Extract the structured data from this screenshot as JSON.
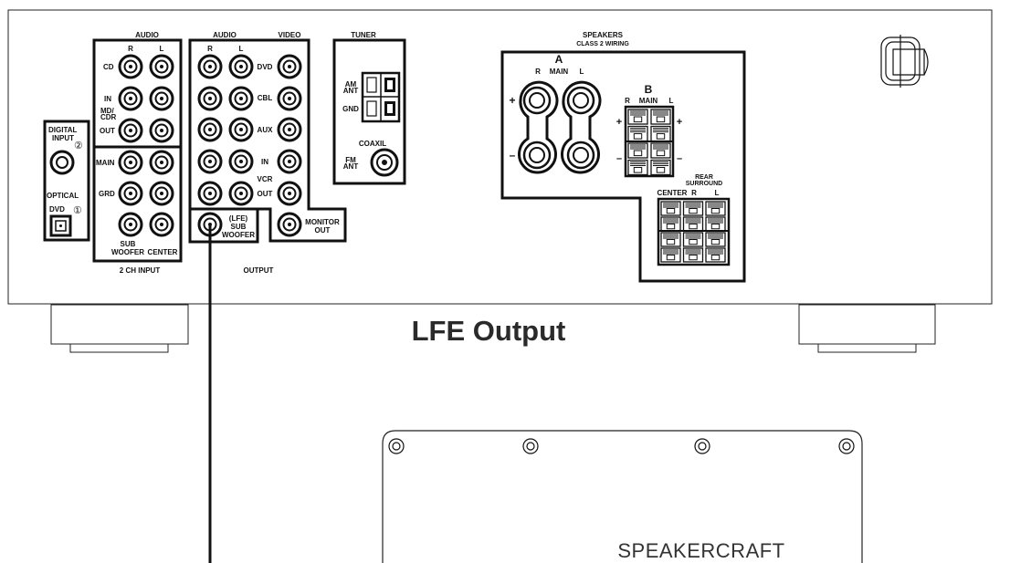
{
  "title": "LFE Output",
  "brand": "SPEAKERCRAFT",
  "panel": {
    "audio_left_header": "AUDIO",
    "audio_right_header": "AUDIO",
    "video_header": "VIDEO",
    "tuner_header": "TUNER",
    "r": "R",
    "l": "L",
    "cd": "CD",
    "in": "IN",
    "md_cdr_1": "MD/",
    "md_cdr_2": "CDR",
    "out": "OUT",
    "main": "MAIN",
    "grd": "GRD",
    "sub_1": "SUB",
    "sub_2": "WOOFER",
    "center": "CENTER",
    "two_ch_input": "2 CH INPUT",
    "digital_1": "DIGITAL",
    "digital_2": "INPUT",
    "circle_2": "②",
    "circle_1": "①",
    "optical": "OPTICAL",
    "dvd": "DVD",
    "cbl": "CBL",
    "aux": "AUX",
    "vcr": "VCR",
    "lfe_1": "(LFE)",
    "lfe_2": "SUB",
    "lfe_3": "WOOFER",
    "monitor_1": "MONITOR",
    "monitor_2": "OUT",
    "output": "OUTPUT",
    "am_1": "AM",
    "am_2": "ANT",
    "gnd": "GND",
    "coaxil": "COAXIL",
    "fm_1": "FM",
    "fm_2": "ANT",
    "speakers": "SPEAKERS",
    "class2": "CLASS 2 WIRING",
    "a": "A",
    "b": "B",
    "plus": "+",
    "minus": "–",
    "rear_1": "REAR",
    "rear_2": "SURROUND"
  }
}
